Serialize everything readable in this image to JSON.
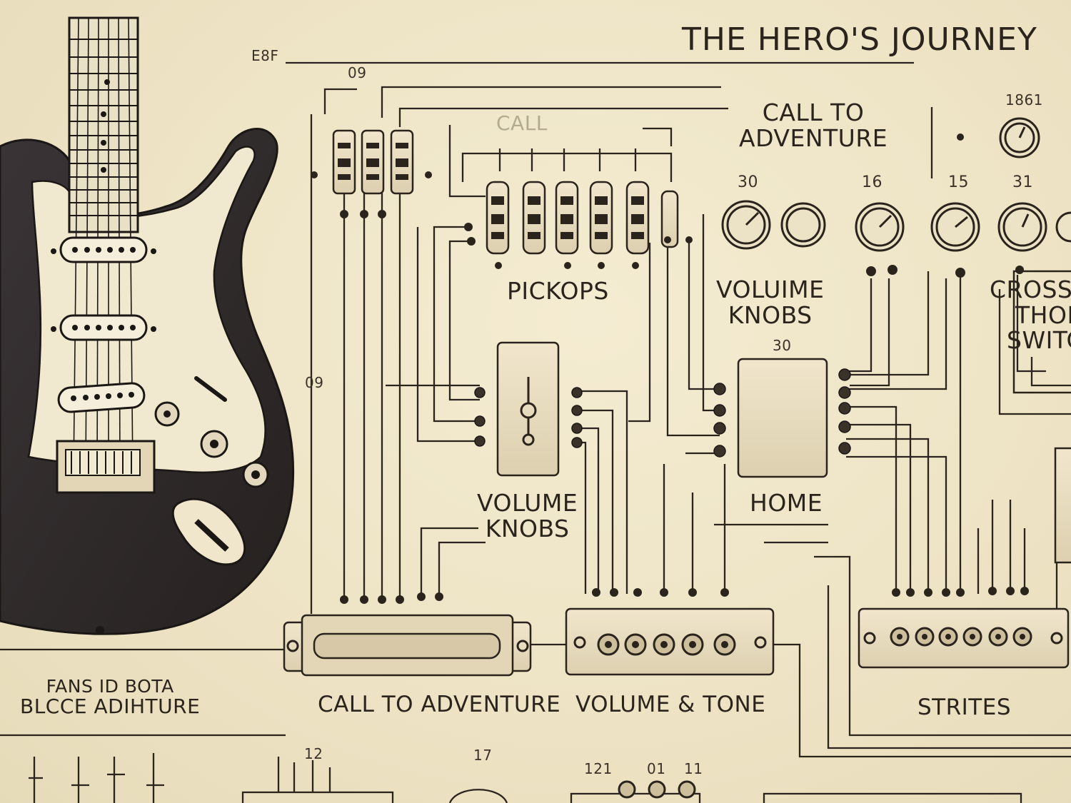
{
  "diagram": {
    "title": "THE HERO'S JOURNEY",
    "labels": {
      "call_to_adventure_top_line1": "CALL TO",
      "call_to_adventure_top_line2": "ADVENTURE",
      "call_faint": "CALL",
      "pickups": "PICKOPS",
      "volume_knobs_top_line1": "VOLUIME",
      "volume_knobs_top_line2": "KNOBS",
      "cross_line1": "CROSS",
      "cross_line2": "THON",
      "cross_line3": "SWITC",
      "volume_knobs_mid_line1": "VOLUME",
      "volume_knobs_mid_line2": "KNOBS",
      "home": "HOME",
      "bottom_call_to_adventure": "CALL TO ADVENTURE",
      "bottom_volume_tone": "VOLUME & TONE",
      "bottom_strites": "STRITES",
      "left_bottom_line1": "FANS ID BOTA",
      "left_bottom_line2": "BLCCE ADIHTURE"
    },
    "small_codes": {
      "code_top_left": "E8F",
      "code_09": "09",
      "code_1861": "1861",
      "code_30_a": "30",
      "code_16_a": "16",
      "code_15": "15",
      "code_31": "31",
      "code_30_b": "30",
      "code_09_left": "09",
      "code_12": "12",
      "code_17": "17",
      "code_121": "121",
      "code_01": "01",
      "code_11": "11"
    },
    "colors": {
      "paper": "#efe6c8",
      "ink": "#2a241c",
      "guitar_body": "#2f2a2d",
      "pickguard": "#f0e9cf",
      "component": "#e8dcc0"
    }
  }
}
